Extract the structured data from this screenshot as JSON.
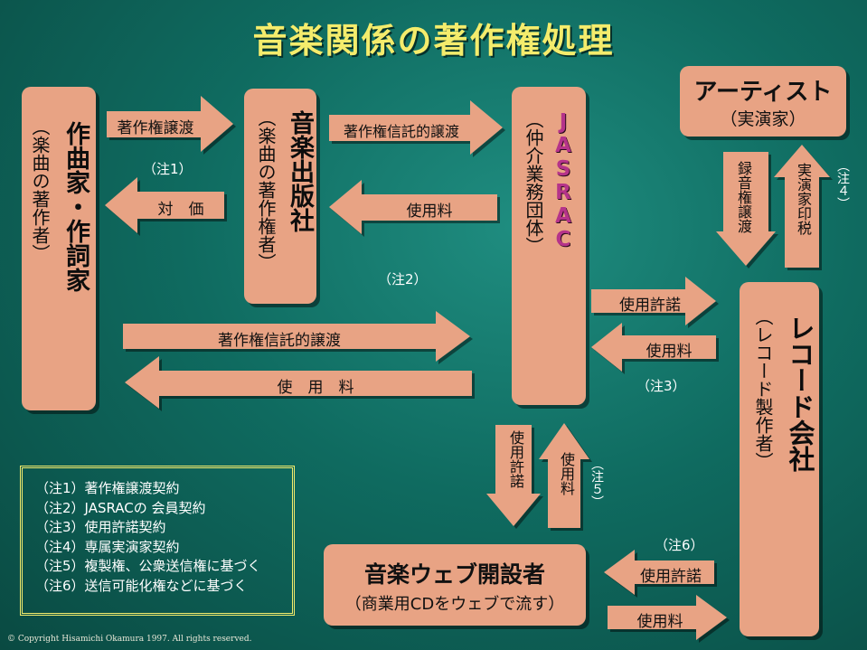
{
  "title": "音楽関係の著作権処理",
  "boxes": {
    "composer": {
      "main": "作曲家・作詞家",
      "sub": "（楽曲の著作者）"
    },
    "publisher": {
      "main": "音楽出版社",
      "sub": "（楽曲の著作権者）"
    },
    "jasrac": {
      "main": "JASRAC",
      "sub": "（仲介業務団体）"
    },
    "artist": {
      "main": "アーティスト",
      "sub": "（実演家）"
    },
    "record": {
      "main": "レコード会社",
      "sub": "（レコード製作者）"
    },
    "web": {
      "main": "音楽ウェブ開設者",
      "sub": "（商業用CDをウェブで流す）"
    }
  },
  "arrows": {
    "a1": "著作権譲渡",
    "a2": "対　価",
    "a3": "著作権信託的譲渡",
    "a4": "使用料",
    "a5": "著作権信託的譲渡",
    "a6": "使　用　料",
    "a7": "使用許諾",
    "a8": "使用料",
    "a9": "録音権譲渡",
    "a10": "実演家印税",
    "a11": "使用許諾",
    "a12": "使用料",
    "a13": "使用許諾",
    "a14": "使用料"
  },
  "notes": {
    "n1": "（注1）",
    "n2": "（注2）",
    "n3": "（注3）",
    "n4": "（注４）",
    "n5": "（注５）",
    "n6": "（注6）"
  },
  "legend": [
    "（注1）著作権譲渡契約",
    "（注2）JASRACの 会員契約",
    "（注3）使用許諾契約",
    "（注4）専属実演家契約",
    "（注5）複製権、公衆送信権に基づく",
    "（注6）送信可能化権などに基づく"
  ],
  "copyright": "© Copyright Hisamichi Okamura 1997. All rights reserved.",
  "colors": {
    "box": "#e8a384",
    "title": "#f4ec6c",
    "background": "#1f8d80"
  }
}
